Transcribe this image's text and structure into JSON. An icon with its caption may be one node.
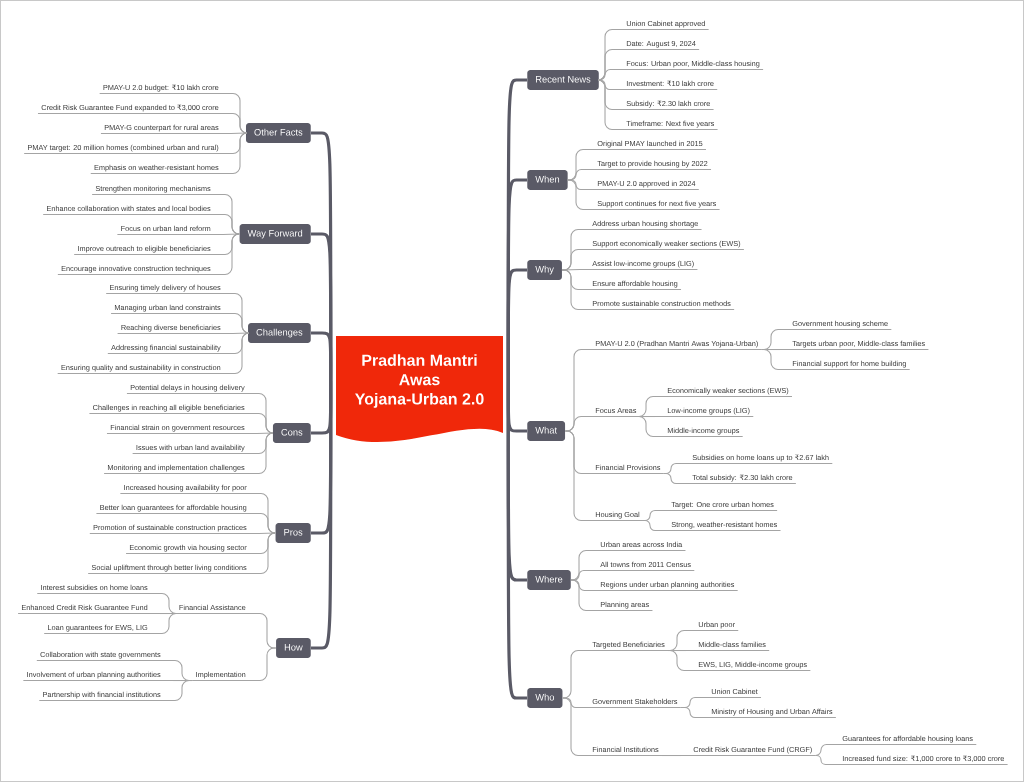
{
  "diagram": {
    "nodes": [
      {
        "text": [
          "Pradhan Mantri Awas Yojana-Urban 2.0"
        ]
      },
      {
        "text": [
          "Recent News"
        ]
      },
      {
        "text": [
          "Union Cabinet approved"
        ]
      },
      {
        "text": [
          "Date: August 9, 2024"
        ]
      },
      {
        "text": [
          "Focus: Urban poor, Middle-class housing"
        ]
      },
      {
        "text": [
          "Investment: ₹10 lakh crore"
        ]
      },
      {
        "text": [
          "Subsidy: ₹2.30 lakh crore"
        ]
      },
      {
        "text": [
          "Timeframe: Next five years"
        ]
      },
      {
        "text": [
          "When"
        ]
      },
      {
        "text": [
          "Original PMAY launched in 2015"
        ]
      },
      {
        "text": [
          "Target to provide housing by 2022"
        ]
      },
      {
        "text": [
          "PMAY-U 2.0 approved in 2024"
        ]
      },
      {
        "text": [
          "Support continues for next five years"
        ]
      },
      {
        "text": [
          "Why"
        ]
      },
      {
        "text": [
          "Address urban housing shortage"
        ]
      },
      {
        "text": [
          "Support economically weaker sections (EWS)"
        ]
      },
      {
        "text": [
          "Assist low-income groups (LIG)"
        ]
      },
      {
        "text": [
          "Ensure affordable housing"
        ]
      },
      {
        "text": [
          "Promote sustainable construction methods"
        ]
      },
      {
        "text": [
          "What"
        ]
      },
      {
        "text": [
          "PMAY-U 2.0 (Pradhan Mantri Awas Yojana-Urban)"
        ]
      },
      {
        "text": [
          "Government housing scheme"
        ]
      },
      {
        "text": [
          "Targets urban poor, Middle-class families"
        ]
      },
      {
        "text": [
          "Financial support for home building"
        ]
      },
      {
        "text": [
          "Focus Areas"
        ]
      },
      {
        "text": [
          "Economically weaker sections (EWS)"
        ]
      },
      {
        "text": [
          "Low-income groups (LIG)"
        ]
      },
      {
        "text": [
          "Middle-income groups"
        ]
      },
      {
        "text": [
          "Financial Provisions"
        ]
      },
      {
        "text": [
          "Subsidies on home loans up to ₹2.67 lakh"
        ]
      },
      {
        "text": [
          "Total subsidy: ₹2.30 lakh crore"
        ]
      },
      {
        "text": [
          "Housing Goal"
        ]
      },
      {
        "text": [
          "Target: One crore urban homes"
        ]
      },
      {
        "text": [
          "Strong, weather-resistant homes"
        ]
      },
      {
        "text": [
          "Where"
        ]
      },
      {
        "text": [
          "Urban areas across India"
        ]
      },
      {
        "text": [
          "All towns from 2011 Census"
        ]
      },
      {
        "text": [
          "Regions under urban planning authorities"
        ]
      },
      {
        "text": [
          "Planning areas"
        ]
      },
      {
        "text": [
          "Who"
        ]
      },
      {
        "text": [
          "Targeted Beneficiaries"
        ]
      },
      {
        "text": [
          "Urban poor"
        ]
      },
      {
        "text": [
          "Middle-class families"
        ]
      },
      {
        "text": [
          "EWS, LIG, Middle-income groups"
        ]
      },
      {
        "text": [
          "Government Stakeholders"
        ]
      },
      {
        "text": [
          "Union Cabinet"
        ]
      },
      {
        "text": [
          "Ministry of Housing and Urban Affairs"
        ]
      },
      {
        "text": [
          "Financial Institutions"
        ]
      },
      {
        "text": [
          "Credit Risk Guarantee Fund (CRGF)"
        ]
      },
      {
        "text": [
          "Guarantees for affordable housing loans"
        ]
      },
      {
        "text": [
          "Increased fund size: ₹1,000 crore to ₹3,000 crore"
        ]
      },
      {
        "text": [
          "How"
        ]
      },
      {
        "text": [
          "Financial Assistance"
        ]
      },
      {
        "text": [
          "Interest subsidies on home loans"
        ]
      },
      {
        "text": [
          "Enhanced Credit Risk Guarantee Fund"
        ]
      },
      {
        "text": [
          "Loan guarantees for EWS, LIG"
        ]
      },
      {
        "text": [
          "Implementation"
        ]
      },
      {
        "text": [
          "Collaboration with state governments"
        ]
      },
      {
        "text": [
          "Involvement of urban planning authorities"
        ]
      },
      {
        "text": [
          "Partnership with financial institutions"
        ]
      },
      {
        "text": [
          "Pros"
        ]
      },
      {
        "text": [
          "Increased housing availability for poor"
        ]
      },
      {
        "text": [
          "Better loan guarantees for affordable housing"
        ]
      },
      {
        "text": [
          "Promotion of sustainable construction practices"
        ]
      },
      {
        "text": [
          "Economic growth via housing sector"
        ]
      },
      {
        "text": [
          "Social upliftment through better living conditions"
        ]
      },
      {
        "text": [
          "Cons"
        ]
      },
      {
        "text": [
          "Potential delays in housing delivery"
        ]
      },
      {
        "text": [
          "Challenges in reaching all eligible beneficiaries"
        ]
      },
      {
        "text": [
          "Financial strain on government resources"
        ]
      },
      {
        "text": [
          "Issues with urban land availability"
        ]
      },
      {
        "text": [
          "Monitoring and implementation challenges"
        ]
      },
      {
        "text": [
          "Challenges"
        ]
      },
      {
        "text": [
          "Ensuring timely delivery of houses"
        ]
      },
      {
        "text": [
          "Managing urban land constraints"
        ]
      },
      {
        "text": [
          "Reaching diverse beneficiaries"
        ]
      },
      {
        "text": [
          "Addressing financial sustainability"
        ]
      },
      {
        "text": [
          "Ensuring quality and sustainability in construction"
        ]
      },
      {
        "text": [
          "Way Forward"
        ]
      },
      {
        "text": [
          "Strengthen monitoring mechanisms"
        ]
      },
      {
        "text": [
          "Enhance collaboration with states and local bodies"
        ]
      },
      {
        "text": [
          "Focus on urban land reform"
        ]
      },
      {
        "text": [
          "Improve outreach to eligible beneficiaries"
        ]
      },
      {
        "text": [
          "Encourage innovative construction techniques"
        ]
      },
      {
        "text": [
          "Other Facts"
        ]
      },
      {
        "text": [
          "PMAY-U 2.0 budget: ₹10 lakh crore"
        ]
      },
      {
        "text": [
          "Credit Risk Guarantee Fund expanded to ₹3,000 crore"
        ]
      },
      {
        "text": [
          "PMAY-G counterpart for rural areas"
        ]
      },
      {
        "text": [
          "PMAY target: 20 million homes (combined urban and rural)"
        ]
      },
      {
        "text": [
          "Emphasis on weather-resistant homes"
        ]
      }
    ],
    "edges": [
      {
        "from": 0,
        "to": 1,
        "arrow": "none",
        "style": "thick",
        "color": "#5a5a66"
      },
      {
        "from": 0,
        "to": 8,
        "arrow": "none",
        "style": "thick",
        "color": "#5a5a66"
      },
      {
        "from": 0,
        "to": 13,
        "arrow": "none",
        "style": "thick",
        "color": "#5a5a66"
      },
      {
        "from": 0,
        "to": 19,
        "arrow": "none",
        "style": "thick",
        "color": "#5a5a66"
      },
      {
        "from": 0,
        "to": 34,
        "arrow": "none",
        "style": "thick",
        "color": "#5a5a66"
      },
      {
        "from": 0,
        "to": 39,
        "arrow": "none",
        "style": "thick",
        "color": "#5a5a66"
      },
      {
        "from": 0,
        "to": 51,
        "arrow": "none",
        "style": "thick",
        "color": "#5a5a66"
      },
      {
        "from": 0,
        "to": 60,
        "arrow": "none",
        "style": "thick",
        "color": "#5a5a66"
      },
      {
        "from": 0,
        "to": 66,
        "arrow": "none",
        "style": "thick",
        "color": "#5a5a66"
      },
      {
        "from": 0,
        "to": 72,
        "arrow": "none",
        "style": "thick",
        "color": "#5a5a66"
      },
      {
        "from": 0,
        "to": 78,
        "arrow": "none",
        "style": "thick",
        "color": "#5a5a66"
      },
      {
        "from": 0,
        "to": 84,
        "arrow": "none",
        "style": "thick",
        "color": "#5a5a66"
      },
      {
        "from": 1,
        "to": 2,
        "arrow": "none"
      },
      {
        "from": 1,
        "to": 3,
        "arrow": "none"
      },
      {
        "from": 1,
        "to": 4,
        "arrow": "none"
      },
      {
        "from": 1,
        "to": 5,
        "arrow": "none"
      },
      {
        "from": 1,
        "to": 6,
        "arrow": "none"
      },
      {
        "from": 1,
        "to": 7,
        "arrow": "none"
      },
      {
        "from": 8,
        "to": 9,
        "arrow": "none"
      },
      {
        "from": 8,
        "to": 10,
        "arrow": "none"
      },
      {
        "from": 8,
        "to": 11,
        "arrow": "none"
      },
      {
        "from": 8,
        "to": 12,
        "arrow": "none"
      },
      {
        "from": 13,
        "to": 14,
        "arrow": "none"
      },
      {
        "from": 13,
        "to": 15,
        "arrow": "none"
      },
      {
        "from": 13,
        "to": 16,
        "arrow": "none"
      },
      {
        "from": 13,
        "to": 17,
        "arrow": "none"
      },
      {
        "from": 13,
        "to": 18,
        "arrow": "none"
      },
      {
        "from": 19,
        "to": 20,
        "arrow": "none"
      },
      {
        "from": 20,
        "to": 21,
        "arrow": "none"
      },
      {
        "from": 20,
        "to": 22,
        "arrow": "none"
      },
      {
        "from": 20,
        "to": 23,
        "arrow": "none"
      },
      {
        "from": 19,
        "to": 24,
        "arrow": "none"
      },
      {
        "from": 24,
        "to": 25,
        "arrow": "none"
      },
      {
        "from": 24,
        "to": 26,
        "arrow": "none"
      },
      {
        "from": 24,
        "to": 27,
        "arrow": "none"
      },
      {
        "from": 19,
        "to": 28,
        "arrow": "none"
      },
      {
        "from": 28,
        "to": 29,
        "arrow": "none"
      },
      {
        "from": 28,
        "to": 30,
        "arrow": "none"
      },
      {
        "from": 19,
        "to": 31,
        "arrow": "none"
      },
      {
        "from": 31,
        "to": 32,
        "arrow": "none"
      },
      {
        "from": 31,
        "to": 33,
        "arrow": "none"
      },
      {
        "from": 34,
        "to": 35,
        "arrow": "none"
      },
      {
        "from": 34,
        "to": 36,
        "arrow": "none"
      },
      {
        "from": 34,
        "to": 37,
        "arrow": "none"
      },
      {
        "from": 34,
        "to": 38,
        "arrow": "none"
      },
      {
        "from": 39,
        "to": 40,
        "arrow": "none"
      },
      {
        "from": 40,
        "to": 41,
        "arrow": "none"
      },
      {
        "from": 40,
        "to": 42,
        "arrow": "none"
      },
      {
        "from": 40,
        "to": 43,
        "arrow": "none"
      },
      {
        "from": 39,
        "to": 44,
        "arrow": "none"
      },
      {
        "from": 44,
        "to": 45,
        "arrow": "none"
      },
      {
        "from": 44,
        "to": 46,
        "arrow": "none"
      },
      {
        "from": 39,
        "to": 47,
        "arrow": "none"
      },
      {
        "from": 47,
        "to": 48,
        "arrow": "none"
      },
      {
        "from": 48,
        "to": 49,
        "arrow": "none"
      },
      {
        "from": 48,
        "to": 50,
        "arrow": "none"
      },
      {
        "from": 51,
        "to": 52,
        "arrow": "none"
      },
      {
        "from": 52,
        "to": 53,
        "arrow": "none"
      },
      {
        "from": 52,
        "to": 54,
        "arrow": "none"
      },
      {
        "from": 52,
        "to": 55,
        "arrow": "none"
      },
      {
        "from": 51,
        "to": 56,
        "arrow": "none"
      },
      {
        "from": 56,
        "to": 57,
        "arrow": "none"
      },
      {
        "from": 56,
        "to": 58,
        "arrow": "none"
      },
      {
        "from": 56,
        "to": 59,
        "arrow": "none"
      },
      {
        "from": 60,
        "to": 61,
        "arrow": "none"
      },
      {
        "from": 60,
        "to": 62,
        "arrow": "none"
      },
      {
        "from": 60,
        "to": 63,
        "arrow": "none"
      },
      {
        "from": 60,
        "to": 64,
        "arrow": "none"
      },
      {
        "from": 60,
        "to": 65,
        "arrow": "none"
      },
      {
        "from": 66,
        "to": 67,
        "arrow": "none"
      },
      {
        "from": 66,
        "to": 68,
        "arrow": "none"
      },
      {
        "from": 66,
        "to": 69,
        "arrow": "none"
      },
      {
        "from": 66,
        "to": 70,
        "arrow": "none"
      },
      {
        "from": 66,
        "to": 71,
        "arrow": "none"
      },
      {
        "from": 72,
        "to": 73,
        "arrow": "none"
      },
      {
        "from": 72,
        "to": 74,
        "arrow": "none"
      },
      {
        "from": 72,
        "to": 75,
        "arrow": "none"
      },
      {
        "from": 72,
        "to": 76,
        "arrow": "none"
      },
      {
        "from": 72,
        "to": 77,
        "arrow": "none"
      },
      {
        "from": 78,
        "to": 79,
        "arrow": "none"
      },
      {
        "from": 78,
        "to": 80,
        "arrow": "none"
      },
      {
        "from": 78,
        "to": 81,
        "arrow": "none"
      },
      {
        "from": 78,
        "to": 82,
        "arrow": "none"
      },
      {
        "from": 78,
        "to": 83,
        "arrow": "none"
      },
      {
        "from": 84,
        "to": 85,
        "arrow": "none"
      },
      {
        "from": 84,
        "to": 86,
        "arrow": "none"
      },
      {
        "from": 84,
        "to": 87,
        "arrow": "none"
      },
      {
        "from": 84,
        "to": 88,
        "arrow": "none"
      },
      {
        "from": 84,
        "to": 89,
        "arrow": "none"
      }
    ]
  }
}
